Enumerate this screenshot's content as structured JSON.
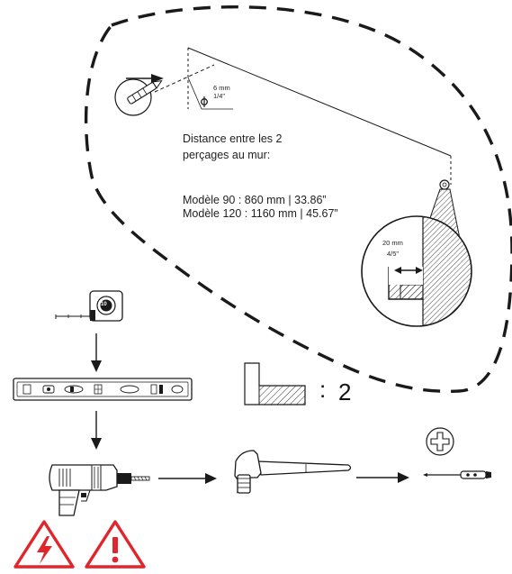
{
  "drill_spec": {
    "diameter_mm": "6 mm",
    "diameter_in": "1/4\"",
    "symbol": "Φ"
  },
  "distance": {
    "heading_line1": "Distance entre les 2",
    "heading_line2": "perçages au mur:",
    "model_90": "Modèle 90 : 860 mm | 33.86”",
    "model_120": "Modèle 120 : 1160 mm | 45.67”"
  },
  "spacing_spec": {
    "mm": "20 mm",
    "in": "4/5\""
  },
  "bracket_quantity": {
    "multiplier": ":",
    "count": "2"
  },
  "tape_measure": {
    "reading": "10"
  },
  "tools": [
    "tape-measure",
    "spirit-level",
    "power-drill",
    "hammer",
    "phillips-screwdriver"
  ],
  "warnings": [
    "electrical-hazard",
    "general-caution"
  ],
  "colors": {
    "warning": "#e0252b",
    "line": "#1a1a1a",
    "background": "#ffffff"
  }
}
